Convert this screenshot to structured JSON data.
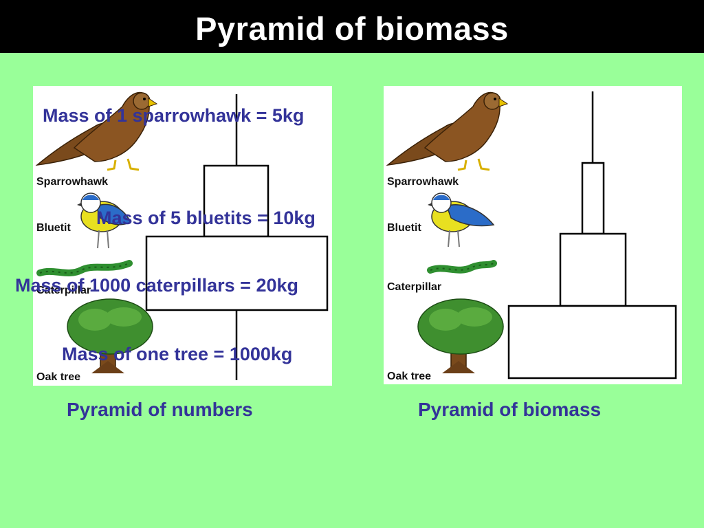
{
  "title": "Pyramid of biomass",
  "left_panel": {
    "organisms": [
      "Sparrowhawk",
      "Bluetit",
      "Caterpillar",
      "Oak tree"
    ],
    "mass_labels": [
      "Mass of 1 sparrowhawk = 5kg",
      "Mass of 5 bluetits = 10kg",
      "Mass of 1000 caterpillars = 20kg",
      "Mass of one tree = 1000kg"
    ],
    "caption": "Pyramid of numbers"
  },
  "right_panel": {
    "organisms": [
      "Sparrowhawk",
      "Bluetit",
      "Caterpillar",
      "Oak tree"
    ],
    "caption": "Pyramid of biomass"
  },
  "colors": {
    "background": "#99ff99",
    "title_bar": "#000000",
    "label_text": "#333399"
  }
}
